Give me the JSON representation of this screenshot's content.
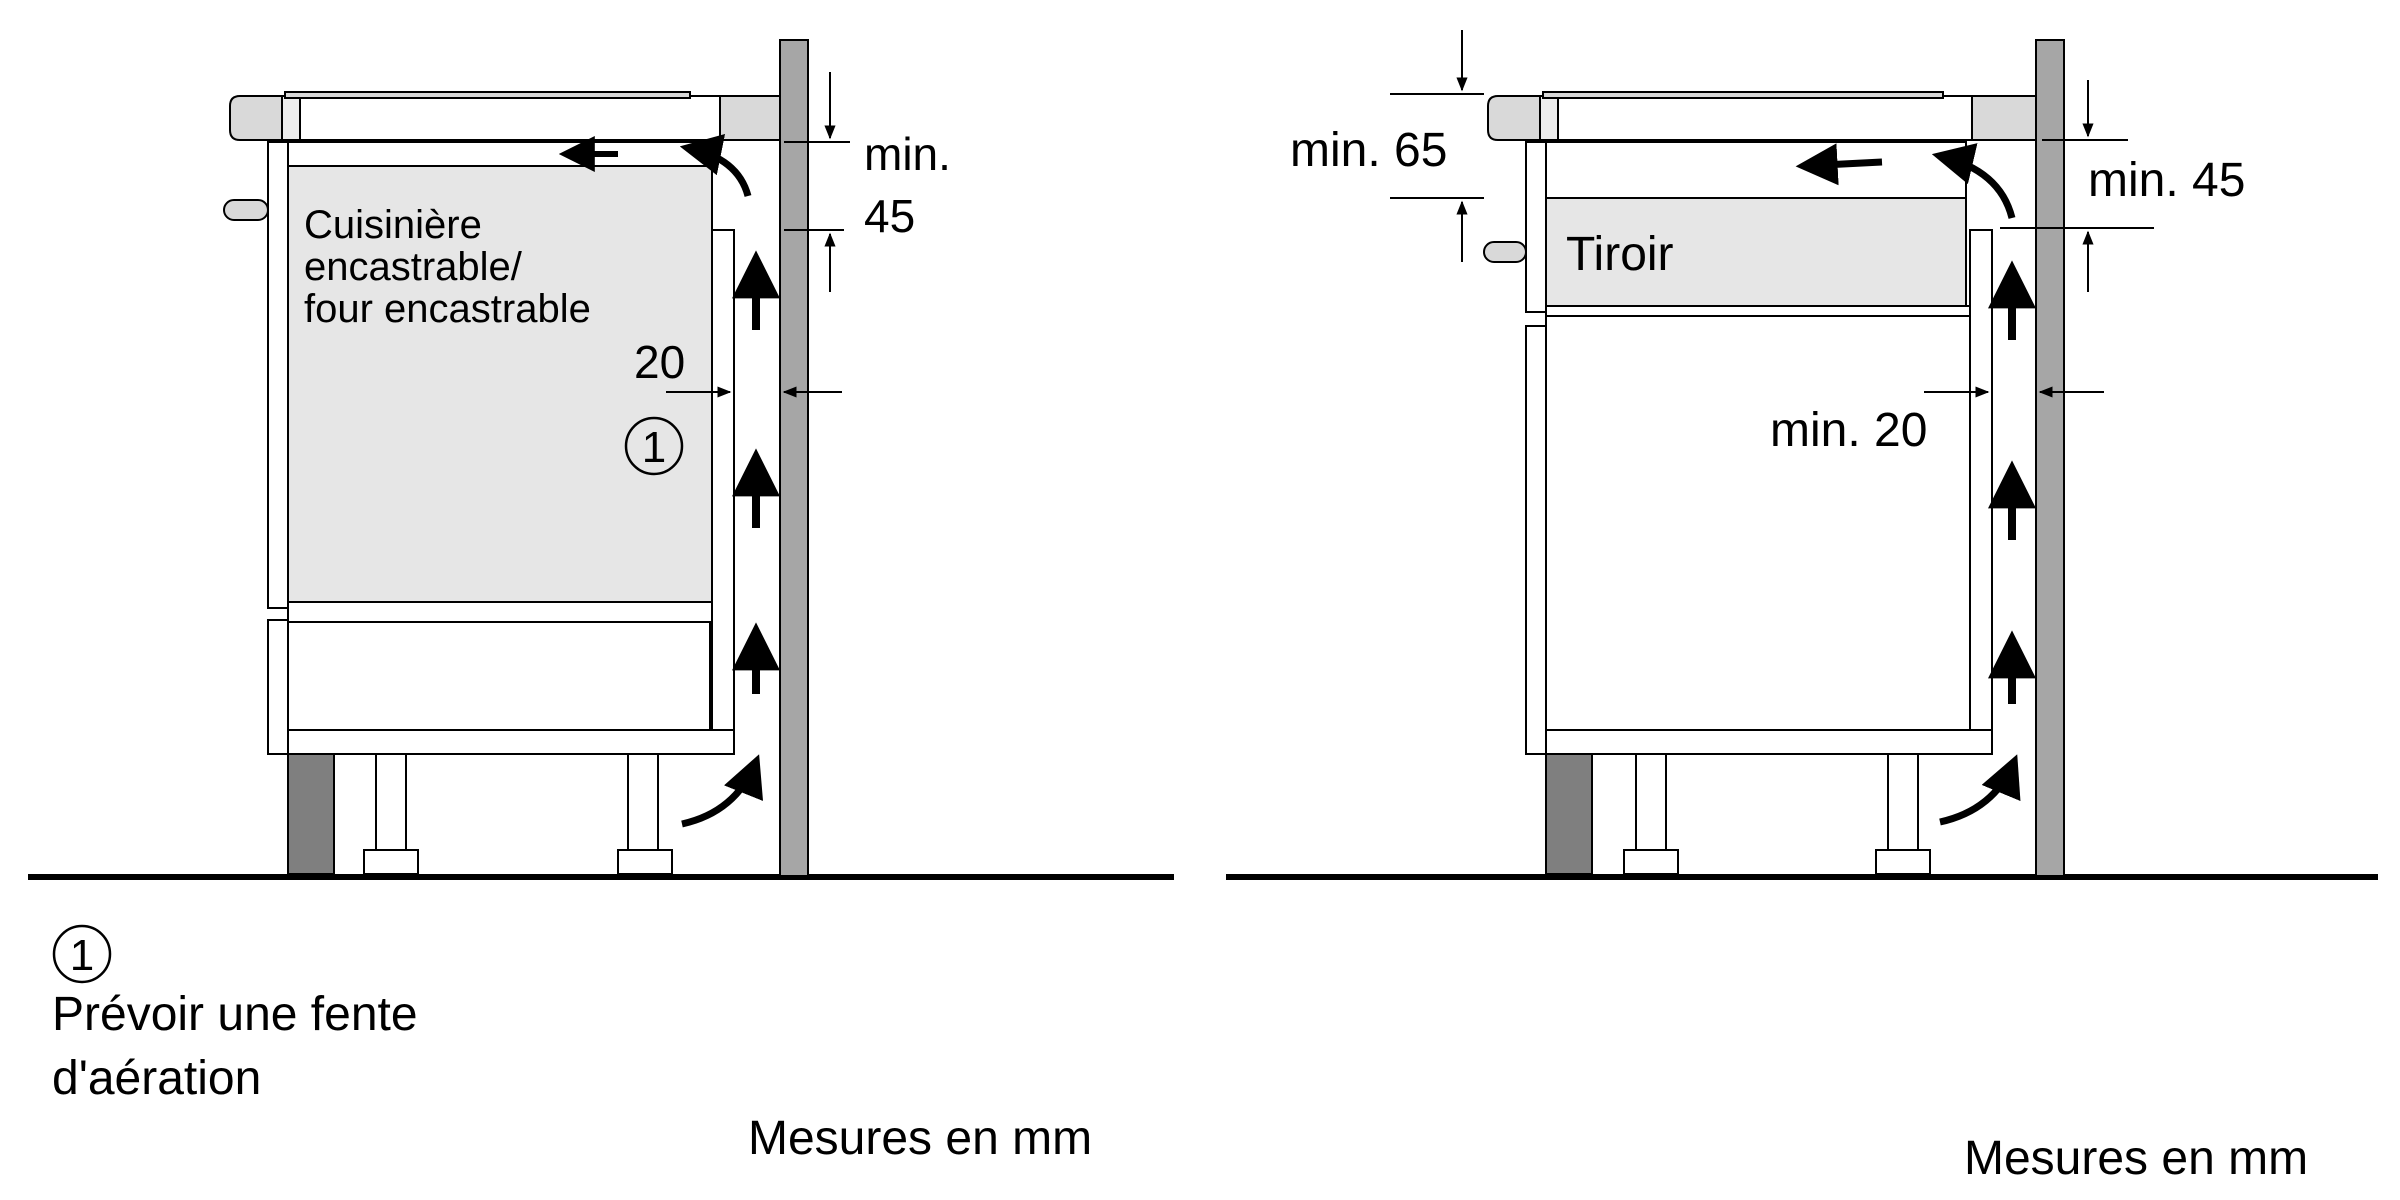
{
  "left_diagram": {
    "appliance_label_lines": [
      "Cuisinière",
      "encastrable/",
      "four encastrable"
    ],
    "top_gap_label_lines": [
      "min.",
      "45"
    ],
    "side_gap_label": "20",
    "marker_symbol": "1"
  },
  "right_diagram": {
    "drawer_label": "Tiroir",
    "drawer_gap_label": "min. 65",
    "top_gap_label": "min. 45",
    "side_gap_label": "min. 20"
  },
  "legend": {
    "marker_symbol": "1",
    "note_lines": [
      "Prévoir une fente",
      "d'aération"
    ]
  },
  "units_note_left": "Mesures en mm",
  "units_note_right": "Mesures en mm",
  "colors": {
    "appliance_fill": "#e6e6e6",
    "wall_fill": "#a6a6a6",
    "plinth_fill": "#7f7f7f",
    "line": "#000000"
  }
}
